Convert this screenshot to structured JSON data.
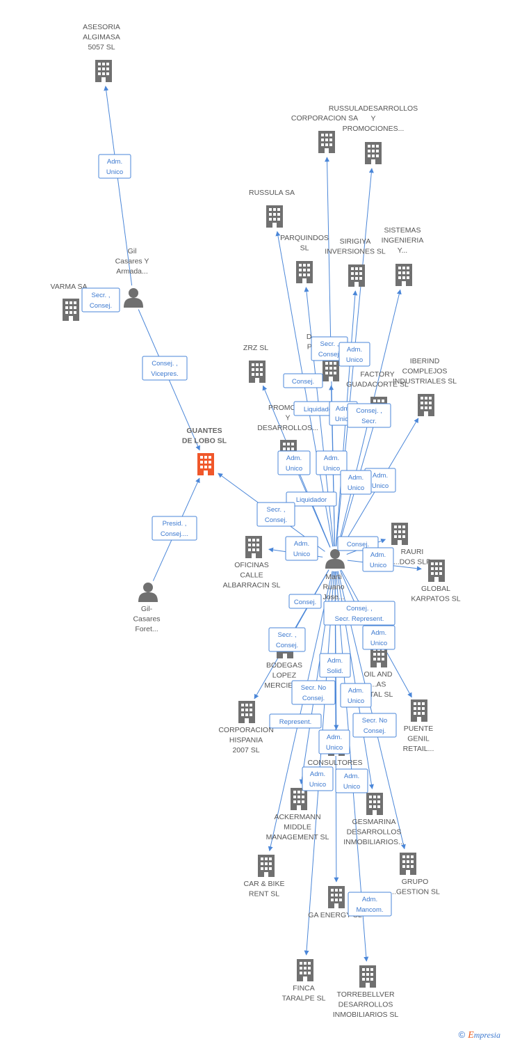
{
  "colors": {
    "edge": "#4a86d8",
    "company_icon": "#707070",
    "focus_icon": "#f0572a",
    "person_icon": "#707070"
  },
  "focus": {
    "name": "GUANTES DE LOBO SL"
  },
  "nodes": [
    {
      "id": "asesoria",
      "type": "company",
      "label": [
        "ASESORIA",
        "ALGIMASA",
        "5057 SL"
      ]
    },
    {
      "id": "russuladesarrollos",
      "type": "company",
      "label": [
        "RUSSULADESARROLLOS",
        "Y",
        "PROMOCIONES..."
      ]
    },
    {
      "id": "russulacorp",
      "type": "company",
      "label": [
        "CORPORACION SA"
      ]
    },
    {
      "id": "russula",
      "type": "company",
      "label": [
        "RUSSULA SA"
      ]
    },
    {
      "id": "parquindos",
      "type": "company",
      "label": [
        "PARQUINDOS",
        "SL"
      ]
    },
    {
      "id": "sirigiya",
      "type": "company",
      "label": [
        "SIRIGIYA",
        "INVERSIONES SL"
      ]
    },
    {
      "id": "sistemas",
      "type": "company",
      "label": [
        "SISTEMAS",
        "INGENIERIA",
        "Y..."
      ]
    },
    {
      "id": "varma",
      "type": "company",
      "label": [
        "VARMA SA"
      ]
    },
    {
      "id": "gilcasares",
      "type": "person",
      "label": [
        "Gil",
        "Casares Y",
        "Armada..."
      ]
    },
    {
      "id": "zrz",
      "type": "company",
      "label": [
        "ZRZ SL"
      ]
    },
    {
      "id": "dpartial",
      "type": "company",
      "label": [
        "D...",
        "P..."
      ]
    },
    {
      "id": "factory",
      "type": "company",
      "label": [
        "FACTORY",
        "GUADACORTE SL"
      ]
    },
    {
      "id": "iberind",
      "type": "company",
      "label": [
        "IBERIND",
        "COMPLEJOS",
        "INDUSTRIALES SL"
      ]
    },
    {
      "id": "guantes",
      "type": "focus",
      "label": [
        "GUANTES",
        "DE LOBO SL"
      ]
    },
    {
      "id": "promoc",
      "type": "company",
      "label": [
        "PROMOC...",
        "Y",
        "DESARROLLOS..."
      ]
    },
    {
      "id": "gilforet",
      "type": "person",
      "label": [
        "Gil-",
        "Casares",
        "Foret..."
      ]
    },
    {
      "id": "oficinas",
      "type": "company",
      "label": [
        "OFICINAS",
        "CALLE",
        "ALBARRACIN SL"
      ]
    },
    {
      "id": "marti",
      "type": "person",
      "label": [
        "Marti",
        "Ruano",
        "Jose..."
      ]
    },
    {
      "id": "rauri",
      "type": "company",
      "label": [
        "RAURI",
        "...DOS SLP"
      ]
    },
    {
      "id": "global",
      "type": "company",
      "label": [
        "GLOBAL",
        "KARPATOS SL"
      ]
    },
    {
      "id": "bodegas",
      "type": "company",
      "label": [
        "BODEGAS",
        "LOPEZ",
        "MERCIER..."
      ]
    },
    {
      "id": "oil",
      "type": "company",
      "label": [
        "OIL AND",
        "...AS",
        "...TAL SL"
      ]
    },
    {
      "id": "corporacion",
      "type": "company",
      "label": [
        "CORPORACION",
        "HISPANIA",
        "2007 SL"
      ]
    },
    {
      "id": "puente",
      "type": "company",
      "label": [
        "PUENTE",
        "GENIL",
        "RETAIL..."
      ]
    },
    {
      "id": "consultores",
      "type": "company",
      "label": [
        "CONSULTORES"
      ]
    },
    {
      "id": "ackermann",
      "type": "company",
      "label": [
        "ACKERMANN",
        "MIDDLE",
        "MANAGEMENT SL"
      ]
    },
    {
      "id": "gesmarina",
      "type": "company",
      "label": [
        "GESMARINA",
        "DESARROLLOS",
        "INMOBILIARIOS..."
      ]
    },
    {
      "id": "grupo",
      "type": "company",
      "label": [
        "GRUPO",
        "...GESTION SL"
      ]
    },
    {
      "id": "carbike",
      "type": "company",
      "label": [
        "CAR & BIKE",
        "RENT  SL"
      ]
    },
    {
      "id": "gaenergy",
      "type": "company",
      "label": [
        "GA ENERGY SL"
      ]
    },
    {
      "id": "finca",
      "type": "company",
      "label": [
        "FINCA",
        "TARALPE SL"
      ]
    },
    {
      "id": "torrebellver",
      "type": "company",
      "label": [
        "TORREBELLVER",
        "DESARROLLOS",
        "INMOBILIARIOS SL"
      ]
    }
  ],
  "edge_labels": [
    {
      "id": "e1",
      "lines": [
        "Adm.",
        "Unico"
      ]
    },
    {
      "id": "e2",
      "lines": [
        "Secr. ,",
        "Consej."
      ]
    },
    {
      "id": "e3",
      "lines": [
        "Consej. ,",
        "Vicepres."
      ]
    },
    {
      "id": "e4",
      "lines": [
        "Presid. ,",
        "Consej...."
      ]
    },
    {
      "id": "e5",
      "lines": [
        "Secr. ,",
        "Consej."
      ]
    },
    {
      "id": "e6",
      "lines": [
        "Adm.",
        "Unico"
      ]
    },
    {
      "id": "e7",
      "lines": [
        "Consej."
      ]
    },
    {
      "id": "e8",
      "lines": [
        "Liquidador"
      ]
    },
    {
      "id": "e9",
      "lines": [
        "Adm.",
        "Unico"
      ]
    },
    {
      "id": "e10",
      "lines": [
        "Consej. ,",
        "Secr."
      ]
    },
    {
      "id": "e11",
      "lines": [
        "Adm.",
        "Unico"
      ]
    },
    {
      "id": "e12",
      "lines": [
        "Adm.",
        "Unico"
      ]
    },
    {
      "id": "e13",
      "lines": [
        "Adm.",
        "Unico"
      ]
    },
    {
      "id": "e14",
      "lines": [
        "Adm.",
        "Unico"
      ]
    },
    {
      "id": "e15",
      "lines": [
        "Liquidador"
      ]
    },
    {
      "id": "e16",
      "lines": [
        "Secr. ,",
        "Consej."
      ]
    },
    {
      "id": "e17",
      "lines": [
        "Adm.",
        "Unico"
      ]
    },
    {
      "id": "e18",
      "lines": [
        "Consej."
      ]
    },
    {
      "id": "e19",
      "lines": [
        "Adm.",
        "Unico"
      ]
    },
    {
      "id": "e20",
      "lines": [
        "Consej."
      ]
    },
    {
      "id": "e21",
      "lines": [
        "Consej. ,",
        "Secr. Represent."
      ]
    },
    {
      "id": "e22",
      "lines": [
        "Secr. ,",
        "Consej."
      ]
    },
    {
      "id": "e23",
      "lines": [
        "Adm.",
        "Unico"
      ]
    },
    {
      "id": "e24",
      "lines": [
        "Adm.",
        "Solid."
      ]
    },
    {
      "id": "e25",
      "lines": [
        "Secr. No",
        "Consej."
      ]
    },
    {
      "id": "e26",
      "lines": [
        "Adm.",
        "Unico"
      ]
    },
    {
      "id": "e27",
      "lines": [
        "Secr. No",
        "Consej."
      ]
    },
    {
      "id": "e28",
      "lines": [
        "Represent."
      ]
    },
    {
      "id": "e29",
      "lines": [
        "Adm.",
        "Unico"
      ]
    },
    {
      "id": "e30",
      "lines": [
        "Adm.",
        "Unico"
      ]
    },
    {
      "id": "e31",
      "lines": [
        "Adm.",
        "Unico"
      ]
    },
    {
      "id": "e32",
      "lines": [
        "Adm.",
        "Mancom."
      ]
    }
  ],
  "footer": {
    "copyright": "©",
    "brand_e": "E",
    "brand_rest": "mpresia"
  }
}
